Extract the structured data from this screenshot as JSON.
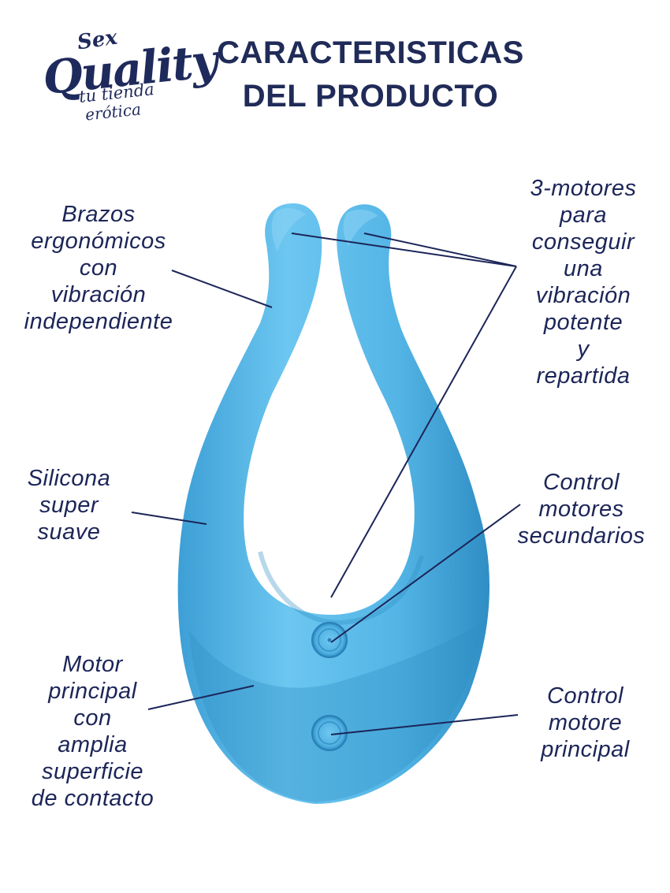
{
  "logo": {
    "line1": "Sex",
    "line2": "Quality",
    "line3": "tu tienda",
    "line4": "erótica"
  },
  "title": {
    "line1": "CARACTERISTICAS",
    "line2": "DEL PRODUCTO"
  },
  "labels": {
    "brazos": "Brazos\nergonómicos\ncon\nvibración\nindependiente",
    "motores": "3-motores\npara\nconseguir\nuna\nvibración\npotente\ny\nrepartida",
    "silicona": "Silicona\nsuper\nsuave",
    "control_secundarios": "Control\nmotores\nsecundarios",
    "motor_principal": "Motor\nprincipal\ncon\namplia\nsuperficie\nde contacto",
    "control_principal": "Control\nmotore\nprincipal"
  },
  "colors": {
    "text": "#1c2558",
    "product": "#55b8e8",
    "product_dark": "#2f8ec4",
    "product_light": "#8ed4f5",
    "line": "#1c2558"
  }
}
